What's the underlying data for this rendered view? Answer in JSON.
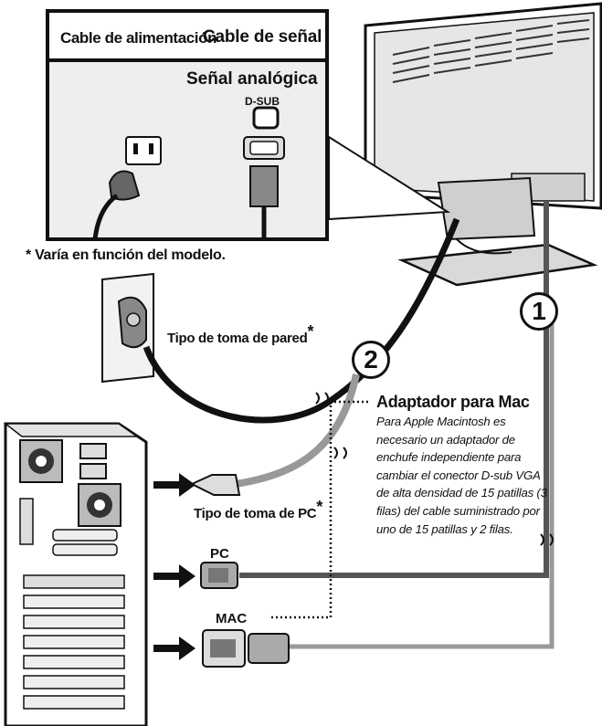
{
  "inset": {
    "header_left": "Cable de alimentación",
    "header_right": "Cable de señal",
    "analog_signal": "Señal analógica",
    "dsub": "D-SUB"
  },
  "note_model": "* Varía en función del modelo.",
  "wall_outlet": "Tipo de toma de pared",
  "pc_outlet": "Tipo de toma de PC",
  "adapter": {
    "title": "Adaptador para Mac",
    "text": "Para Apple Macintosh es necesario un adaptador de enchufe independiente para cambiar el conector D-sub VGA de alta densidad de 15 patillas (3 filas) del cable suministrado por uno de 15 patillas y 2 filas."
  },
  "pc_label": "PC",
  "mac_label": "MAC",
  "step_1": "1",
  "step_2": "2",
  "asterisk": "*"
}
